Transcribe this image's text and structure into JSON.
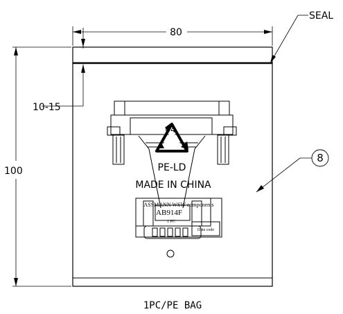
{
  "callouts": {
    "seal": "SEAL",
    "item_number": "8"
  },
  "dimensions": {
    "width": "80",
    "height": "100",
    "seal_offset": "10-15"
  },
  "recycle": {
    "code": "04",
    "material": "PE-LD"
  },
  "origin": "MADE IN CHINA",
  "label": {
    "brand": "ASSMANN WSW components",
    "part": "AB914F",
    "qty": "1 PC",
    "date_code": "Date code"
  },
  "caption": "1PC/PE BAG",
  "colors": {
    "line": "#000000",
    "background": "#ffffff"
  }
}
